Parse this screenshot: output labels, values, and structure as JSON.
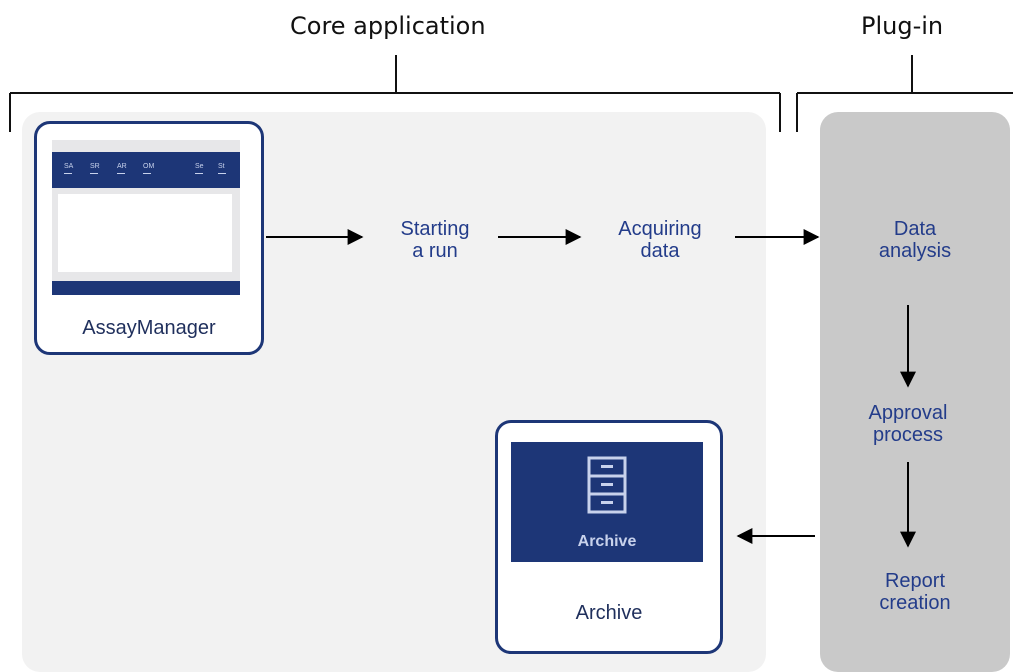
{
  "groups": {
    "core_title": "Core application",
    "plugin_title": "Plug-in"
  },
  "core_steps": [
    {
      "label": "Starting\na run"
    },
    {
      "label": "Acquiring\ndata"
    }
  ],
  "plugin_steps": [
    {
      "label": "Data\nanalysis"
    },
    {
      "label": "Approval\nprocess"
    },
    {
      "label": "Report\ncreation"
    }
  ],
  "assay_manager": {
    "label": "AssayManager",
    "menu_items": [
      "SA",
      "SR",
      "AR",
      "OM",
      "Se",
      "St"
    ]
  },
  "archive": {
    "label": "Archive",
    "screen_label": "Archive",
    "icon": "file-cabinet-icon"
  },
  "colors": {
    "brand_blue": "#1d3677",
    "step_text": "#233c8a",
    "core_panel_bg": "#f2f2f2",
    "plugin_panel_bg": "#c9c9c9"
  }
}
